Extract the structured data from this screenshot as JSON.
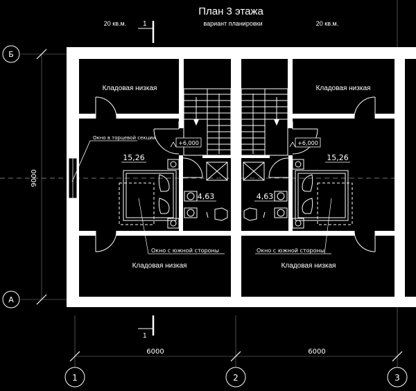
{
  "header": {
    "title": "План 3 этажа",
    "subtitle": "вариант планировки",
    "area_left": "20 кв.м.",
    "area_right": "20 кв.м."
  },
  "section_marks": {
    "top": "1",
    "bottom": "1"
  },
  "rooms": {
    "storage_tl": "Кладовая низкая",
    "storage_tr": "Кладовая низкая",
    "storage_bl": "Кладовая низкая",
    "storage_br": "Кладовая низкая",
    "bedroom_left_area": "15,26",
    "bedroom_right_area": "15,26",
    "bath_left_area": "4,63",
    "bath_right_area": "4,63"
  },
  "levels": {
    "left": "+6,000",
    "right": "+6,000"
  },
  "notes": {
    "end_window": "Окно в торцевой секции",
    "south_window_left": "Окно с южной стороны",
    "south_window_right": "Окно с южной стороны"
  },
  "axes": {
    "row_top": "Б",
    "row_bottom": "А",
    "col_1": "1",
    "col_2": "2",
    "col_3": "3"
  },
  "dimensions": {
    "height": "9000",
    "span_left": "6000",
    "span_right": "6000"
  },
  "colors": {
    "background": "#000000",
    "lines": "#ffffff"
  }
}
